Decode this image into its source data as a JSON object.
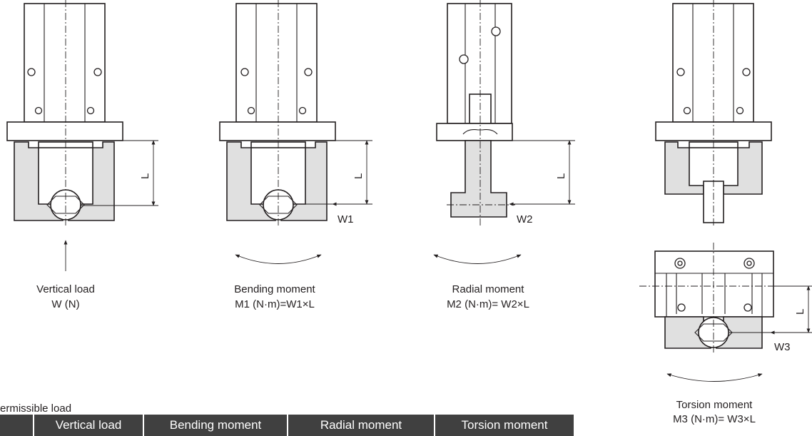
{
  "figures": {
    "vertical": {
      "caption_1": "Vertical load",
      "caption_2": "W (N)",
      "dim": "L"
    },
    "bending": {
      "caption_1": "Bending moment",
      "caption_2": "M1 (N·m)=W1×L",
      "dim": "L",
      "force": "W1"
    },
    "radial": {
      "caption_1": "Radial moment",
      "caption_2": "M2 (N·m)= W2×L",
      "dim": "L",
      "force": "W2"
    },
    "torsion": {
      "caption_1": "Torsion moment",
      "caption_2": "M3 (N·m)= W3×L",
      "dim": "L",
      "force": "W3"
    }
  },
  "section": {
    "heading": "ermissible load"
  },
  "table": {
    "headers": [
      "",
      "Vertical load",
      "Bending moment",
      "Radial moment",
      "Torsion moment"
    ],
    "header_bg": "#404040",
    "header_text_color": "#ffffff"
  },
  "colors": {
    "jaw_fill": "#e0e0e0",
    "line": "#231f20"
  }
}
